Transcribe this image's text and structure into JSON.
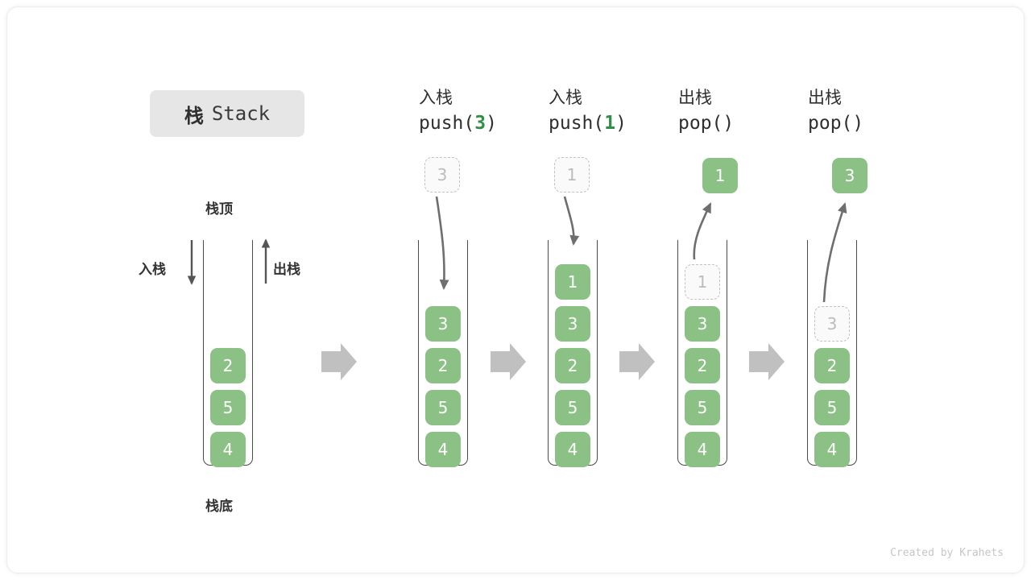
{
  "title": {
    "cn": "栈",
    "en": "Stack"
  },
  "labels": {
    "top": "栈顶",
    "bottom": "栈底",
    "push_side": "入栈",
    "pop_side": "出栈"
  },
  "credit": "Created by Krahets",
  "colors": {
    "cell_fill": "#8cc185",
    "cell_text": "#ffffff",
    "ghost_border": "#c2c2c2",
    "ghost_text": "#bcbcbc",
    "arrow_gray": "#c0c0c0",
    "curve_arrow": "#6e6e6e",
    "accent_green": "#2f8f46",
    "badge_bg": "#e6e6e6",
    "container_stroke": "#4a4a4a"
  },
  "initial_stack": {
    "items": [
      "2",
      "5",
      "4"
    ],
    "capacity_visible": 6
  },
  "steps": [
    {
      "id": "push-3",
      "op_cn": "入栈",
      "op_code_prefix": "push(",
      "op_code_arg": "3",
      "op_code_suffix": ")",
      "floating_value": "3",
      "floating_state": "ghost",
      "direction": "down",
      "stack_items": [
        "3",
        "2",
        "5",
        "4"
      ],
      "ghost_index": -1
    },
    {
      "id": "push-1",
      "op_cn": "入栈",
      "op_code_prefix": "push(",
      "op_code_arg": "1",
      "op_code_suffix": ")",
      "floating_value": "1",
      "floating_state": "ghost",
      "direction": "down",
      "stack_items": [
        "1",
        "3",
        "2",
        "5",
        "4"
      ],
      "ghost_index": -1
    },
    {
      "id": "pop-1",
      "op_cn": "出栈",
      "op_code_prefix": "pop(",
      "op_code_arg": "",
      "op_code_suffix": ")",
      "floating_value": "1",
      "floating_state": "solid",
      "direction": "up",
      "stack_items": [
        "1",
        "3",
        "2",
        "5",
        "4"
      ],
      "ghost_index": 0
    },
    {
      "id": "pop-3",
      "op_cn": "出栈",
      "op_code_prefix": "pop(",
      "op_code_arg": "",
      "op_code_suffix": ")",
      "floating_value": "3",
      "floating_state": "solid",
      "direction": "up",
      "stack_items": [
        "3",
        "2",
        "5",
        "4"
      ],
      "ghost_index": 0
    }
  ]
}
